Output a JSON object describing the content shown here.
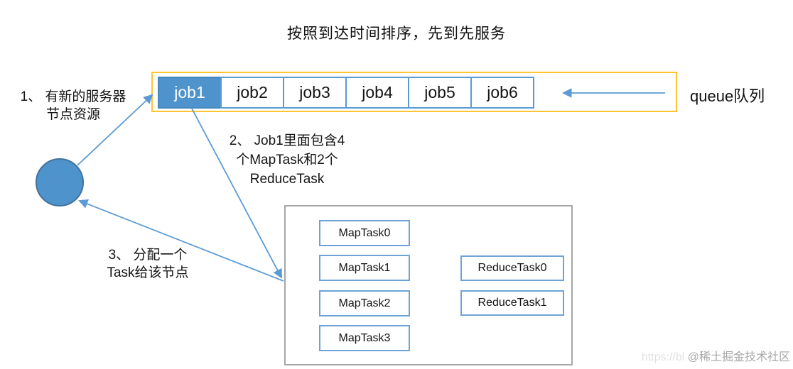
{
  "title": "按照到达时间排序，先到先服务",
  "queue": {
    "label": "queue队列",
    "jobs": [
      {
        "label": "job1",
        "active": true
      },
      {
        "label": "job2",
        "active": false
      },
      {
        "label": "job3",
        "active": false
      },
      {
        "label": "job4",
        "active": false
      },
      {
        "label": "job5",
        "active": false
      },
      {
        "label": "job6",
        "active": false
      }
    ]
  },
  "steps": [
    {
      "lines": [
        "1、 有新的服务器",
        "节点资源"
      ]
    },
    {
      "lines": [
        "2、 Job1里面包含4",
        "个MapTask和2个",
        "ReduceTask"
      ]
    },
    {
      "lines": [
        "3、 分配一个",
        "Task给该节点"
      ]
    }
  ],
  "tasks": {
    "map": [
      "MapTask0",
      "MapTask1",
      "MapTask2",
      "MapTask3"
    ],
    "reduce": [
      "ReduceTask0",
      "ReduceTask1"
    ]
  },
  "watermark": {
    "url_fragment": "https://bl",
    "text": "@稀土掘金技术社区"
  },
  "colors": {
    "accent_blue": "#5B9BD5",
    "fill_blue": "#4E93CC",
    "dark_blue_border": "#41719C",
    "queue_border_yellow": "#FFC432",
    "container_border_gray": "#A6A6A6",
    "text_black": "#141414",
    "watermark_gray": "#A7A7A7"
  }
}
